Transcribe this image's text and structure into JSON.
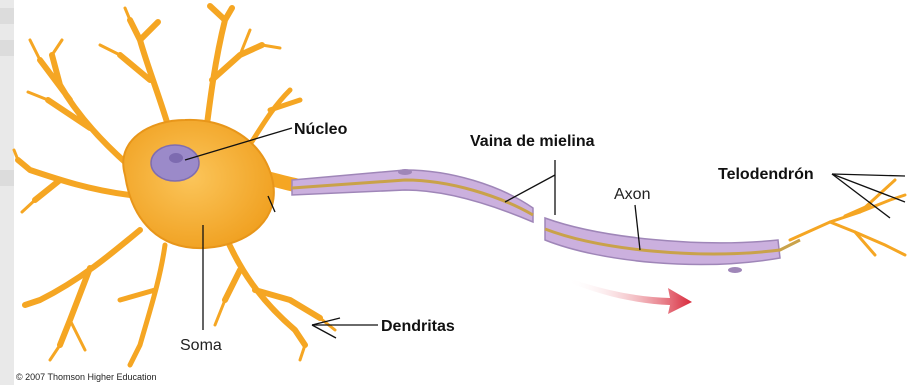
{
  "labels": {
    "nucleus": "Núcleo",
    "myelin": "Vaina de mielina",
    "axon": "Axon",
    "telodendron": "Telodendrón",
    "dendrites": "Dendritas",
    "soma": "Soma"
  },
  "copyright": "© 2007 Thomson Higher Education",
  "colors": {
    "soma": "#f7b035",
    "dendrite": "#f5a623",
    "nucleus": "#9b8ac9",
    "myelin": "#cbb0de",
    "axon_core": "#c9a24a",
    "arrow": "#d8283a"
  }
}
